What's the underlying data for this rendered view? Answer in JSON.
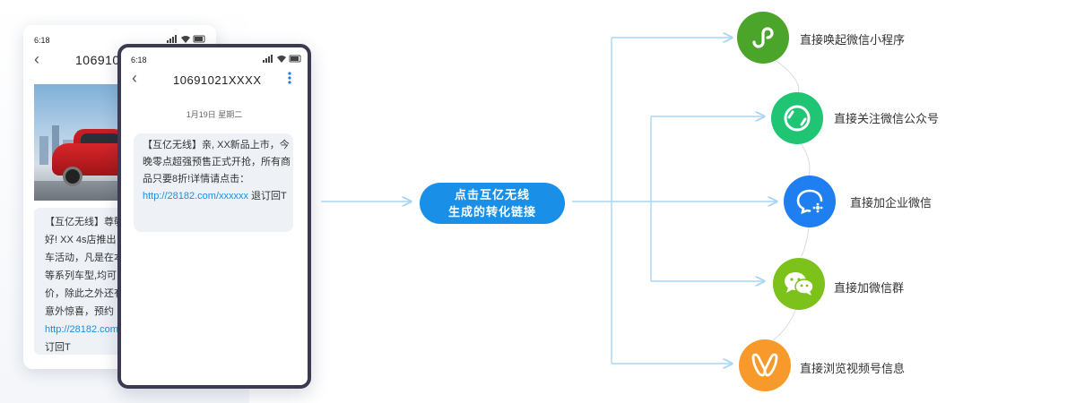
{
  "phone_back": {
    "time": "6:18",
    "contact": "10691021XXXX",
    "message_lines": [
      "【互亿无线】尊敬",
      "好! XX 4s店推出",
      "车活动，凡是在本",
      "等系列车型,均可",
      "价，除此之外还有",
      "意外惊喜，预约",
      "http://28182.com",
      "订回T"
    ]
  },
  "phone_front": {
    "time": "6:18",
    "contact": "10691021XXXX",
    "date": "1月19日 星期二",
    "message_prefix": "【互亿无线】亲, XX新品上市，今晚零点超强预售正式开抢，所有商品只要8折!详情请点击：",
    "message_link": "http://28182.com/xxxxxx",
    "message_suffix": " 退订回T"
  },
  "center": {
    "line1": "点击互亿无线",
    "line2": "生成的转化链接"
  },
  "targets": [
    {
      "label": "直接唤起微信小程序",
      "icon": "mini-program-icon",
      "color": "#4aa52a"
    },
    {
      "label": "直接关注微信公众号",
      "icon": "official-account-icon",
      "color": "#1fc573"
    },
    {
      "label": "直接加企业微信",
      "icon": "work-wechat-icon",
      "color": "#1f7ef0"
    },
    {
      "label": "直接加微信群",
      "icon": "wechat-group-icon",
      "color": "#7cc21b"
    },
    {
      "label": "直接浏览视频号信息",
      "icon": "channels-icon",
      "color": "#f79a2b"
    }
  ],
  "colors": {
    "connector": "#a9d6f2",
    "pill": "#1a8fe8"
  }
}
